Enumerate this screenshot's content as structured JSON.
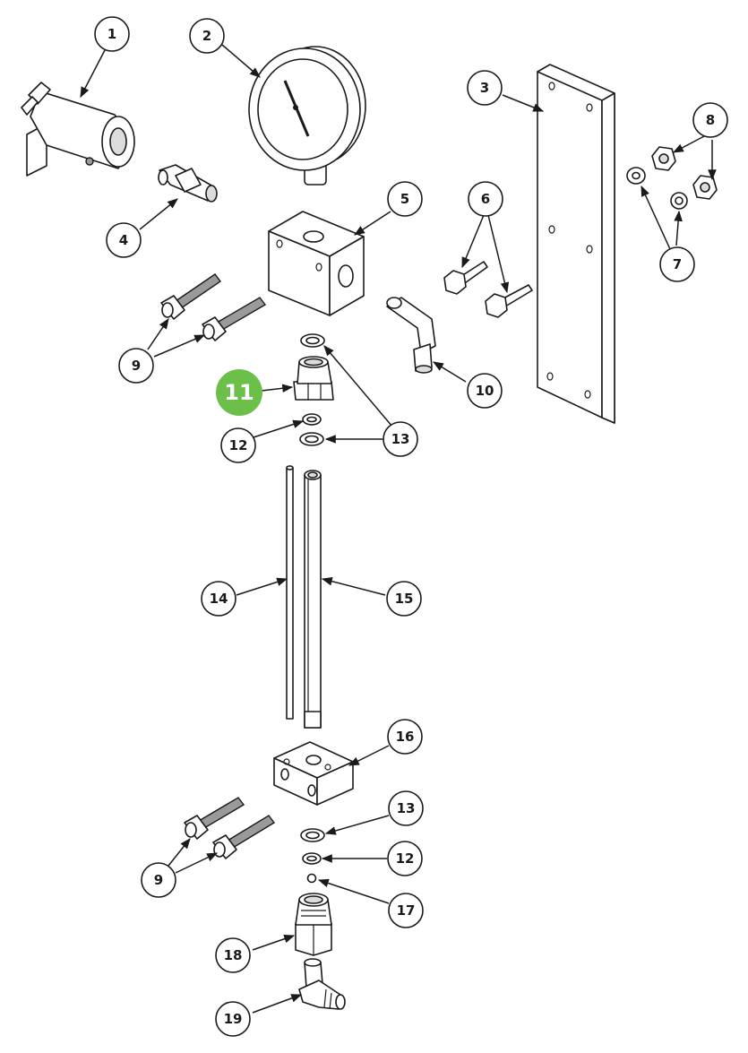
{
  "diagram": {
    "highlight_color": "#6cc04a",
    "highlighted_callout": "11",
    "callouts": {
      "c1": "1",
      "c2": "2",
      "c3": "3",
      "c4": "4",
      "c5": "5",
      "c6": "6",
      "c7": "7",
      "c8": "8",
      "c9a": "9",
      "c9b": "9",
      "c10": "10",
      "c11": "11",
      "c12a": "12",
      "c12b": "12",
      "c13a": "13",
      "c13b": "13",
      "c14": "14",
      "c15": "15",
      "c16": "16",
      "c17": "17",
      "c18": "18",
      "c19": "19"
    }
  }
}
